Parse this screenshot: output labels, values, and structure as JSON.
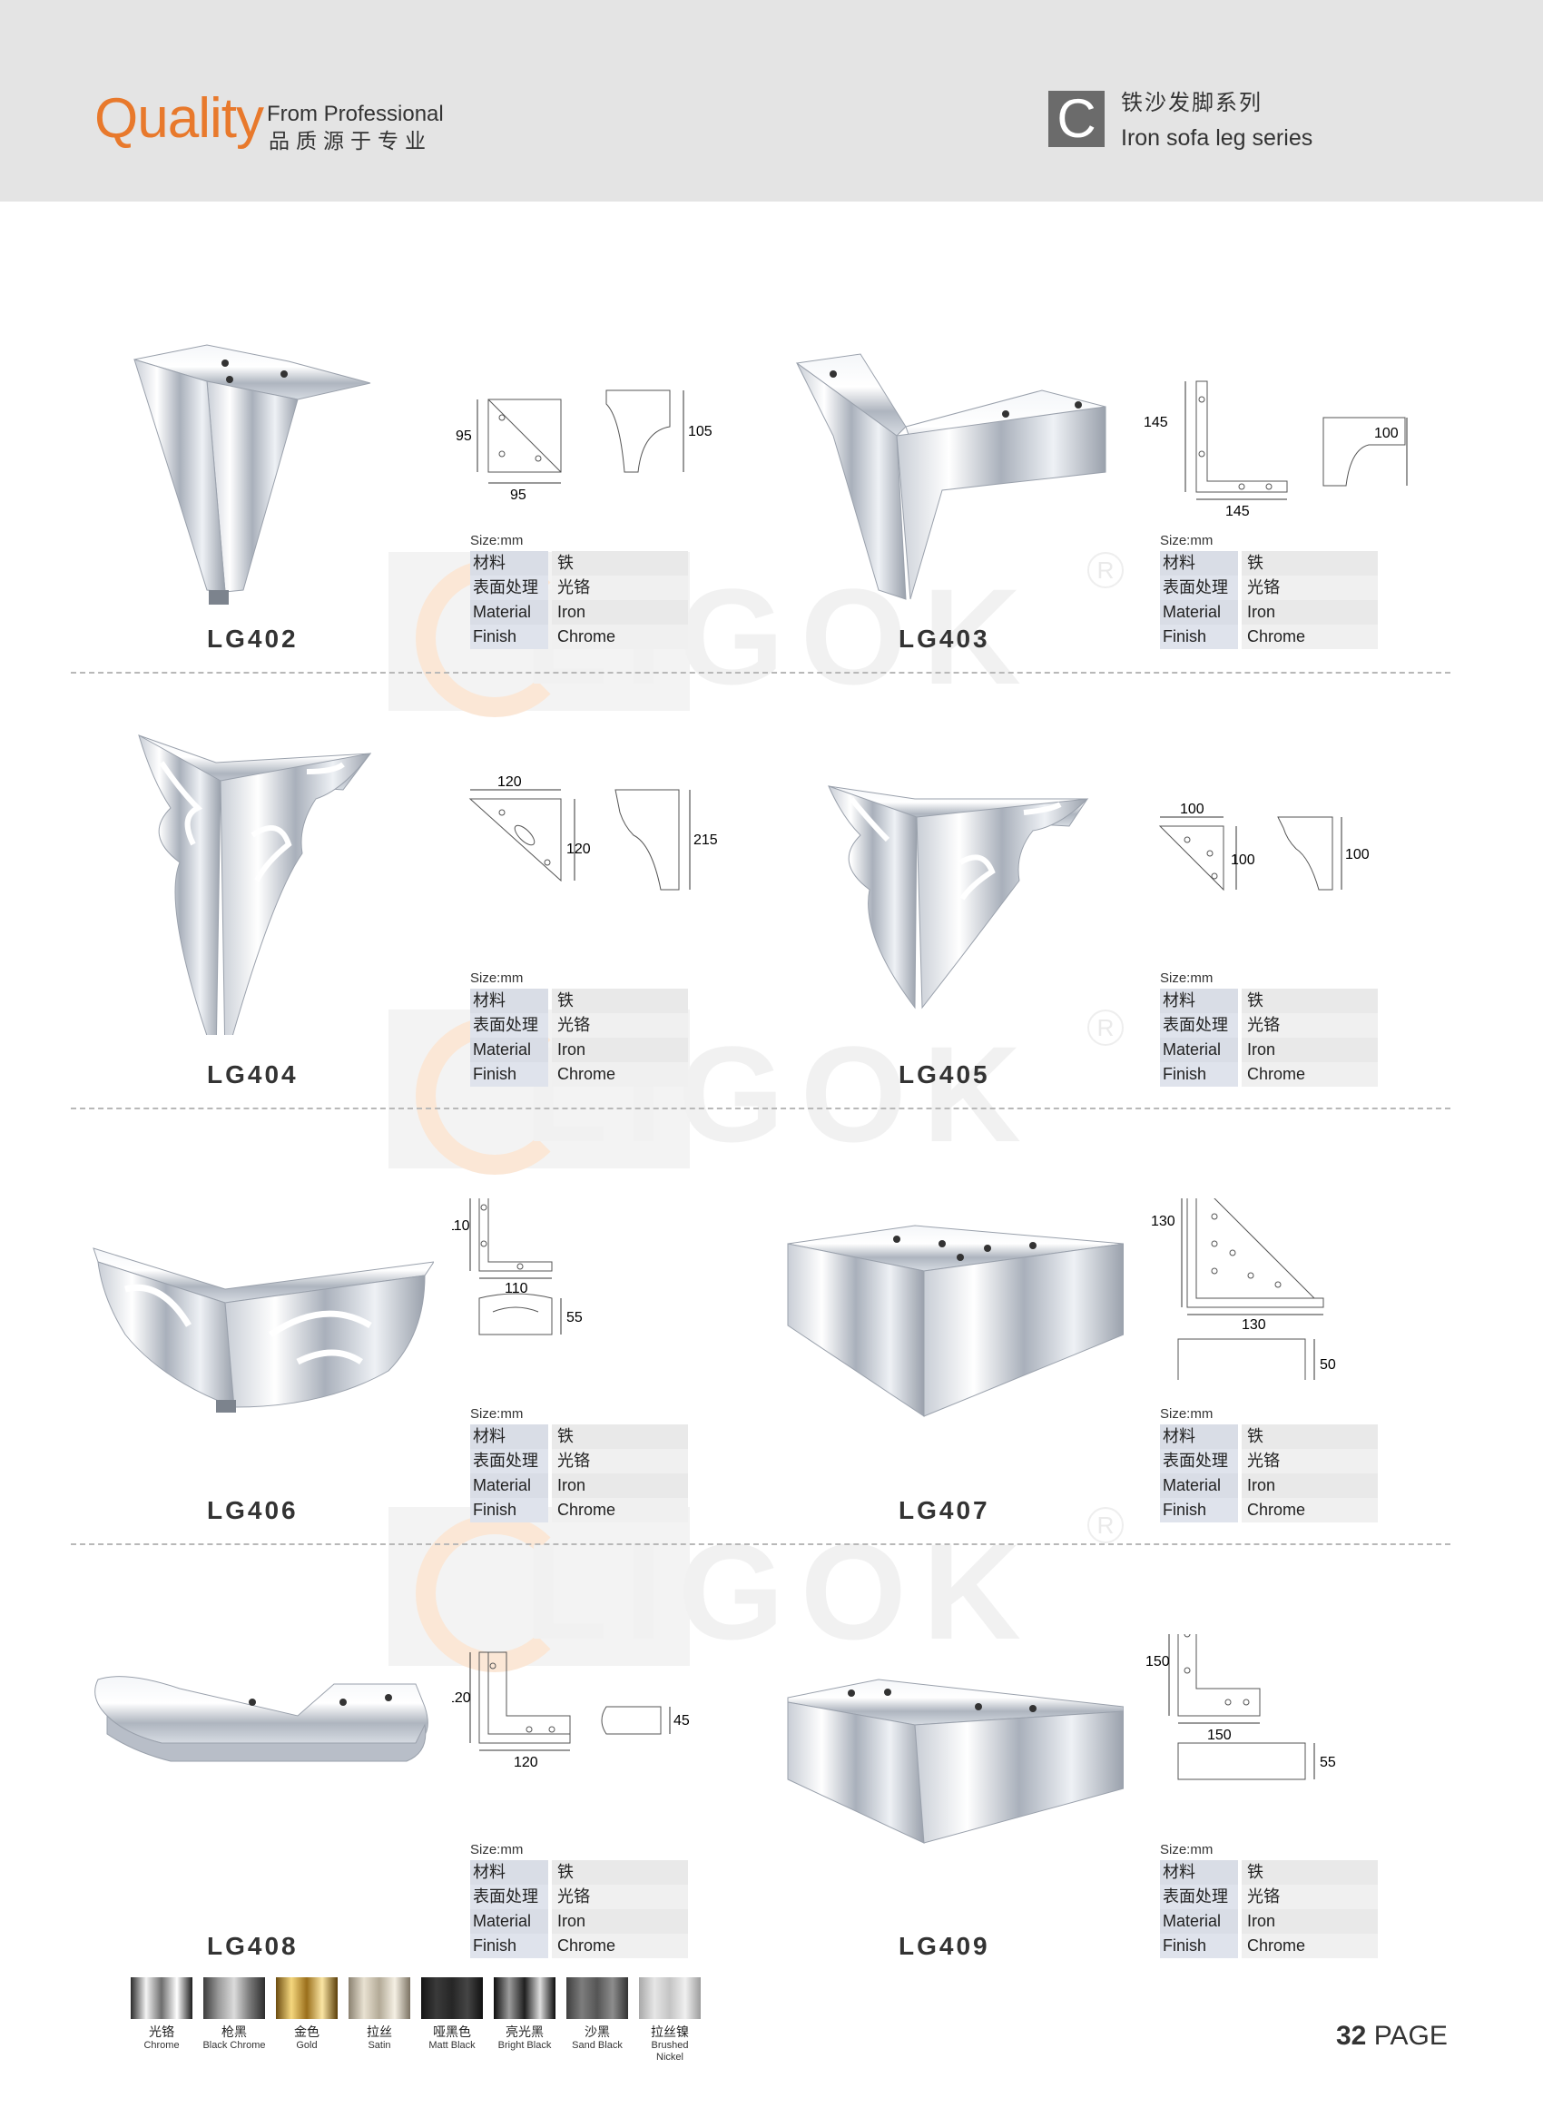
{
  "header": {
    "brand": "Quality",
    "subtitle_en": "From Professional",
    "subtitle_cn": "品质源于专业",
    "series_letter": "C",
    "series_cn": "铁沙发脚系列",
    "series_en": "Iron sofa leg series"
  },
  "watermark": {
    "text": "LIGOK",
    "reg": "R"
  },
  "spec_labels": {
    "size": "Size:mm",
    "material_cn": "材料",
    "finish_cn": "表面处理",
    "material_en": "Material",
    "finish_en": "Finish"
  },
  "products": [
    {
      "code": "LG402",
      "material_cn": "铁",
      "finish_cn": "光铬",
      "material_en": "Iron",
      "finish_en": "Chrome",
      "dims": [
        "95",
        "95",
        "105"
      ]
    },
    {
      "code": "LG403",
      "material_cn": "铁",
      "finish_cn": "光铬",
      "material_en": "Iron",
      "finish_en": "Chrome",
      "dims": [
        "145",
        "145",
        "100"
      ]
    },
    {
      "code": "LG404",
      "material_cn": "铁",
      "finish_cn": "光铬",
      "material_en": "Iron",
      "finish_en": "Chrome",
      "dims": [
        "120",
        "120",
        "215"
      ]
    },
    {
      "code": "LG405",
      "material_cn": "铁",
      "finish_cn": "光铬",
      "material_en": "Iron",
      "finish_en": "Chrome",
      "dims": [
        "100",
        "100",
        "100"
      ]
    },
    {
      "code": "LG406",
      "material_cn": "铁",
      "finish_cn": "光铬",
      "material_en": "Iron",
      "finish_en": "Chrome",
      "dims": [
        "110",
        "110",
        "55"
      ]
    },
    {
      "code": "LG407",
      "material_cn": "铁",
      "finish_cn": "光铬",
      "material_en": "Iron",
      "finish_en": "Chrome",
      "dims": [
        "130",
        "130",
        "50"
      ]
    },
    {
      "code": "LG408",
      "material_cn": "铁",
      "finish_cn": "光铬",
      "material_en": "Iron",
      "finish_en": "Chrome",
      "dims": [
        "120",
        "120",
        "45"
      ]
    },
    {
      "code": "LG409",
      "material_cn": "铁",
      "finish_cn": "光铬",
      "material_en": "Iron",
      "finish_en": "Chrome",
      "dims": [
        "150",
        "150",
        "55"
      ]
    }
  ],
  "swatches": [
    {
      "cn": "光铬",
      "en": "Chrome",
      "colors": [
        "#2a2a2a",
        "#f4f4f4",
        "#6d6d6d",
        "#ffffff",
        "#1b1b1b"
      ]
    },
    {
      "cn": "枪黑",
      "en": "Black Chrome",
      "colors": [
        "#3b3b3b",
        "#9a9a9a",
        "#dcdcdc",
        "#7a7a7a",
        "#2c2c2c"
      ]
    },
    {
      "cn": "金色",
      "en": "Gold",
      "colors": [
        "#6b4b0f",
        "#f5d77e",
        "#9a6f1b",
        "#fbe6a4",
        "#5a3d08"
      ]
    },
    {
      "cn": "拉丝",
      "en": "Satin",
      "colors": [
        "#8a8170",
        "#e9e2d2",
        "#b3aa97",
        "#f5f0e4",
        "#7b7262"
      ]
    },
    {
      "cn": "哑黑色",
      "en": "Matt Black",
      "colors": [
        "#151515",
        "#3a3a3a",
        "#262626",
        "#454545",
        "#101010"
      ]
    },
    {
      "cn": "亮光黑",
      "en": "Bright Black",
      "colors": [
        "#0c0c0c",
        "#9c9c9c",
        "#1f1f1f",
        "#dedede",
        "#0a0a0a"
      ]
    },
    {
      "cn": "沙黑",
      "en": "Sand Black",
      "colors": [
        "#3e3e3e",
        "#7d7d7d",
        "#555555",
        "#8d8d8d",
        "#333333"
      ]
    },
    {
      "cn": "拉丝镍",
      "en": "Brushed Nickel",
      "colors": [
        "#a8a8a8",
        "#e6e6e6",
        "#c4c4c4",
        "#f0f0f0",
        "#9c9c9c"
      ]
    }
  ],
  "page": {
    "number": "32",
    "label": "PAGE"
  }
}
